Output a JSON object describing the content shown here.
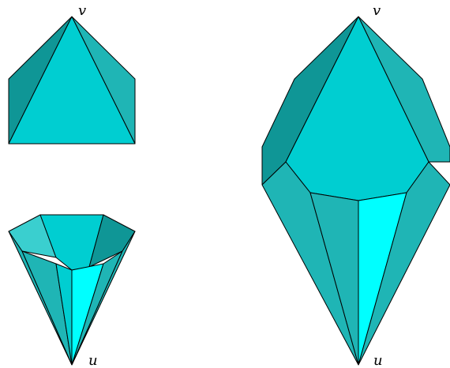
{
  "labels": {
    "top_left_vertex": "v",
    "bottom_left_vertex": "u",
    "right_top_vertex": "v",
    "right_bottom_vertex": "u"
  },
  "colors": {
    "front": "#00CED1",
    "side_light": "#1FB5B5",
    "side_dark": "#0F9696",
    "highlight": "#00FFFF",
    "rim": "#3ACFCF",
    "edge": "#000000"
  }
}
